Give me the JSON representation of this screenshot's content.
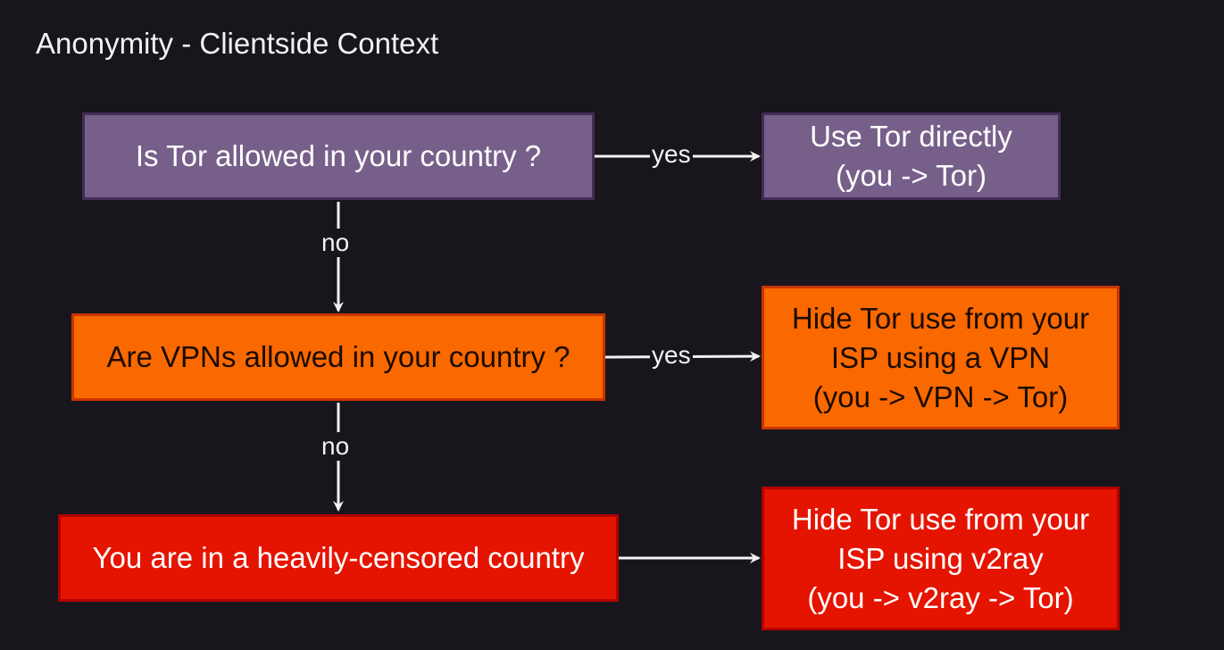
{
  "title": "Anonymity - Clientside Context",
  "nodes": {
    "q_tor": "Is Tor allowed in your country ?",
    "use_tor": "Use Tor directly\n(you -> Tor)",
    "q_vpn": "Are VPNs allowed in your country ?",
    "use_vpn": "Hide Tor use from your\nISP using a VPN\n(you -> VPN -> Tor)",
    "censored": "You are in a heavily-censored country",
    "use_v2ray": "Hide Tor use from your\nISP using v2ray\n(you -> v2ray -> Tor)"
  },
  "edges": {
    "yes1": "yes",
    "no1": "no",
    "yes2": "yes",
    "no2": "no"
  },
  "colors": {
    "purple": "#76608a",
    "orange": "#fa6800",
    "red": "#e51400",
    "background": "#18161c"
  }
}
